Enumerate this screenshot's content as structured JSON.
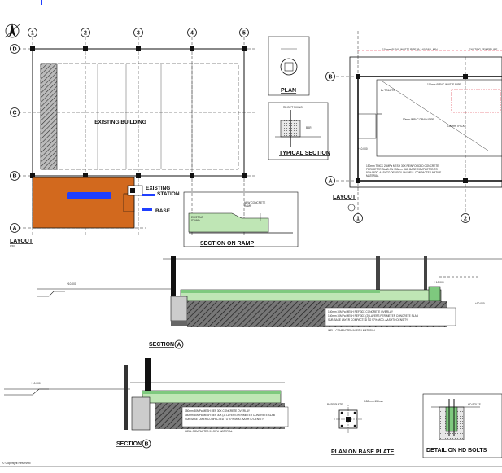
{
  "grid": {
    "columns": [
      "1",
      "2",
      "3",
      "4",
      "5"
    ],
    "rows": [
      "D",
      "C",
      "B",
      "A"
    ]
  },
  "labels": {
    "existing_building": "EXISTING BUILDING",
    "existing_station": "EXISTING",
    "existing_station_2": "STATION",
    "base": "BASE",
    "layout_left": "LAYOUT",
    "layout_right": "LAYOUT",
    "plan": "PLAN",
    "typical_section": "TYPICAL SECTION",
    "section_ramp": "SECTION ON RAMP",
    "section_a": "SECTION",
    "section_a_tag": "A",
    "section_b": "SECTION",
    "section_b_tag": "B",
    "plan_base_plate": "PLAN ON BASE PLATE",
    "detail_hd_bolts": "DETAIL ON HD BOLTS",
    "copyright": "© Copyright Reserved",
    "scale": "1:50",
    "right_grid_1": "1",
    "right_grid_2": "2",
    "right_row_b": "B",
    "right_row_a": "A",
    "level_1": "+10.000",
    "level_2": "+10.000",
    "level_3": "+10.000",
    "level_4": "+10.000",
    "level_5": "+10.000"
  },
  "notes": {
    "pvc1": "110mm Ø PVC WASTE PIPE @ 1:60 FALL MIN.",
    "sewer": "EXISTING SEWER LINE",
    "toilet": "2x TOILETS",
    "drain": "50mm Ø PVC DRAIN PIPE",
    "pvc2": "110mm Ø PVC WASTE PIPE",
    "concrete": "150mm THICK 25MPa MESH 30X REINFORCED CONCRETE PERIMETER SLAB ON 150mm SUB BASE COMPACTED TO 97% MOD. AASHTO DENSITY ON WELL COMPACTED NATIVE MATERIAL",
    "overlay1": "150mm 30MPa MESH REF 30X CONCRETE OVERLAY",
    "overlay2": "150mm 30MPa MESH REF 30X (2) LAYERS PERIMETER CONCRETE SLAB",
    "subbase": "SUB BASE LAYER COMPACTED TO 97% MOD. AASHTO DENSITY",
    "native": "WELL COMPACTED IN-SITU MATERIAL"
  },
  "colors": {
    "base_fill": "#d2691e",
    "redact": "#1f3fff",
    "slab": "#7ec97e",
    "hatch": "#444444"
  }
}
